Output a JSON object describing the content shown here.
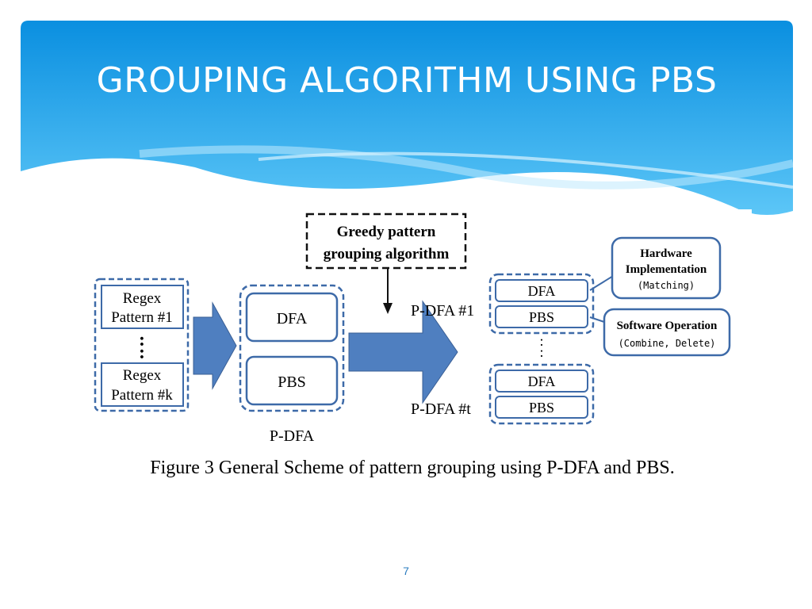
{
  "slide": {
    "title": "GROUPING ALGORITHM USING PBS",
    "page_number": "7"
  },
  "diagram": {
    "inputs": {
      "pattern_1": [
        "Regex",
        "Pattern #1"
      ],
      "pattern_k": [
        "Regex",
        "Pattern #k"
      ],
      "ellipsis": ":"
    },
    "pdfa": {
      "label": "P-DFA",
      "dfa": "DFA",
      "pbs": "PBS"
    },
    "algorithm": [
      "Greedy pattern",
      "grouping algorithm"
    ],
    "groups": [
      {
        "label": "P-DFA #1",
        "dfa": "DFA",
        "pbs": "PBS"
      },
      {
        "label": "P-DFA #t",
        "dfa": "DFA",
        "pbs": "PBS"
      }
    ],
    "group_ellipsis": ":",
    "callouts": {
      "hardware": [
        "Hardware",
        "Implementation",
        "(Matching)"
      ],
      "software": [
        "Software Operation",
        "(Combine, Delete)"
      ]
    },
    "caption": "Figure 3 General Scheme of pattern grouping using P-DFA and PBS."
  },
  "colors": {
    "header_top": "#0a8fe0",
    "header_bottom": "#4fc0f5",
    "box_border": "#3d6aa8",
    "arrow_fill": "#4f7fc0"
  }
}
